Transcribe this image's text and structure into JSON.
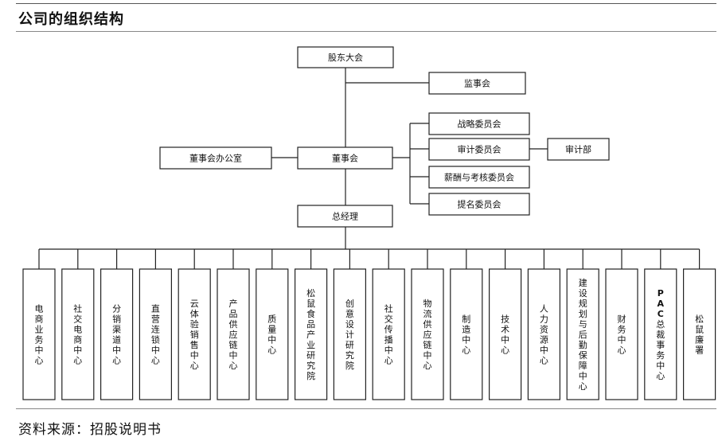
{
  "title": "公司的组织结构",
  "source": "资料来源：招股说明书",
  "nodes": {
    "shareholders": "股东大会",
    "supervisory": "监事会",
    "board": "董事会",
    "board_office": "董事会办公室",
    "strategy": "战略委员会",
    "audit_committee": "审计委员会",
    "audit_dept": "审计部",
    "compensation": "薪酬与考核委员会",
    "nomination": "提名委员会",
    "gm": "总经理"
  },
  "departments": [
    "电商业务中心",
    "社交电商中心",
    "分销渠道中心",
    "直营连锁中心",
    "云体验销售中心",
    "产品供应链中心",
    "质量中心",
    "松鼠食品产业研究院",
    "创意设计研究院",
    "社交传播中心",
    "物流供应链中心",
    "制造中心",
    "技术中心",
    "人力资源中心",
    "建设规划与后勤保障中心",
    "财务中心",
    "PAC总裁事务中心",
    "松鼠廉署"
  ]
}
